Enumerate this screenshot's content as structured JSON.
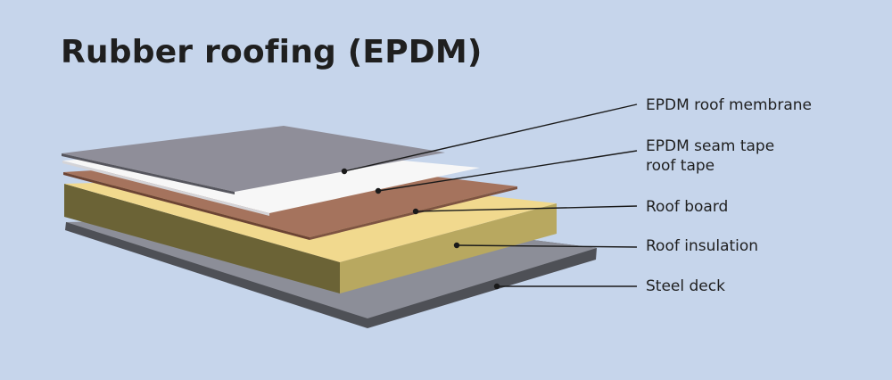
{
  "title": "Rubber roofing (EPDM)",
  "layers": [
    {
      "id": "membrane",
      "label": "EPDM roof membrane"
    },
    {
      "id": "seam_tape",
      "label": "EPDM seam tape",
      "label_line2": "roof tape"
    },
    {
      "id": "roof_board",
      "label": "Roof board"
    },
    {
      "id": "insulation",
      "label": "Roof insulation"
    },
    {
      "id": "steel_deck",
      "label": "Steel deck"
    }
  ],
  "colors": {
    "background": "#c6d5eb",
    "membrane_top": "#8f8e99",
    "seam_tape_top": "#f7f7f7",
    "roof_board_top": "#a5735d",
    "insulation_top": "#f1d98e",
    "insulation_side": "#6b6336",
    "steel_deck_top": "#8c8e98",
    "steel_deck_side": "#4e5056"
  }
}
